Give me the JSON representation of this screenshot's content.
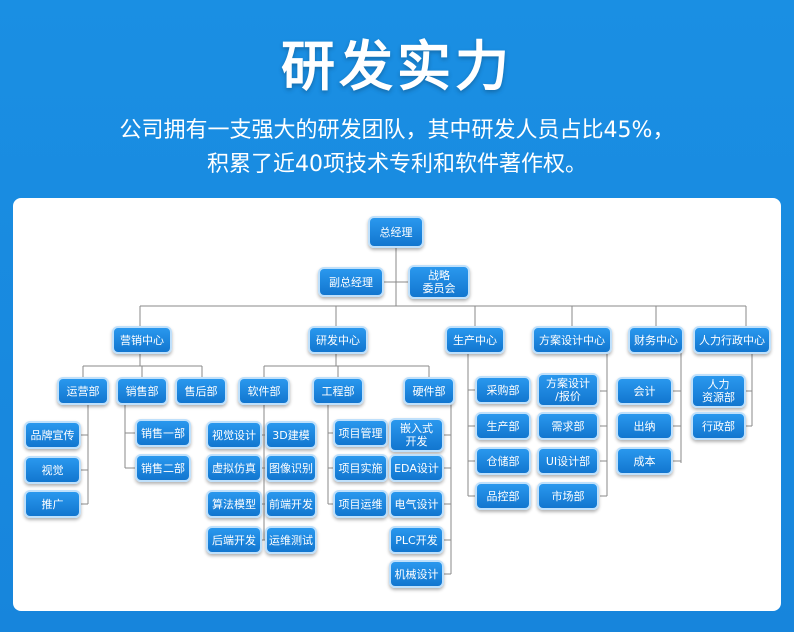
{
  "header": {
    "title": "研发实力",
    "subtitle_line1": "公司拥有一支强大的研发团队，其中研发人员占比45%，",
    "subtitle_line2": "积累了近40项技术专利和软件著作权。"
  },
  "org": {
    "ceo": "总经理",
    "deputy": "副总经理",
    "strategy": "战略\n委员会",
    "centers": {
      "marketing": "营销中心",
      "rnd": "研发中心",
      "production": "生产中心",
      "solution": "方案设计中心",
      "finance": "财务中心",
      "hr": "人力行政中心"
    },
    "depts": {
      "operations": "运营部",
      "sales": "销售部",
      "aftersales": "售后部",
      "software": "软件部",
      "engineering": "工程部",
      "hardware": "硬件部"
    },
    "operations_items": [
      "品牌宣传",
      "视觉",
      "推广"
    ],
    "sales_items": [
      "销售一部",
      "销售二部"
    ],
    "software_left": [
      "视觉设计",
      "虚拟仿真",
      "算法模型",
      "后端开发"
    ],
    "software_right": [
      "3D建模",
      "图像识别",
      "前端开发",
      "运维测试"
    ],
    "engineering_items": [
      "项目管理",
      "项目实施",
      "项目运维"
    ],
    "hardware_items": [
      "嵌入式\n开发",
      "EDA设计",
      "电气设计",
      "PLC开发",
      "机械设计"
    ],
    "production_items": [
      "采购部",
      "生产部",
      "仓储部",
      "品控部"
    ],
    "solution_items": [
      "方案设计\n/报价",
      "需求部",
      "UI设计部",
      "市场部"
    ],
    "finance_items": [
      "会计",
      "出纳",
      "成本"
    ],
    "hr_items": [
      "人力\n资源部",
      "行政部"
    ]
  }
}
